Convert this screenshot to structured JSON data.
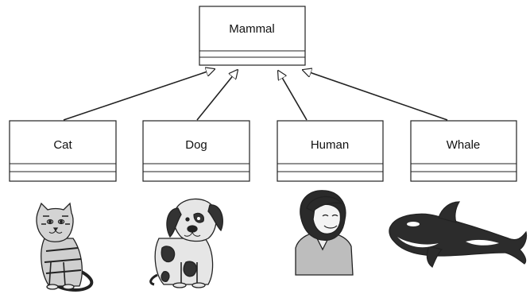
{
  "diagram": {
    "parent": {
      "name": "Mammal"
    },
    "children": [
      {
        "name": "Cat",
        "picture": "cat-icon"
      },
      {
        "name": "Dog",
        "picture": "dog-icon"
      },
      {
        "name": "Human",
        "picture": "human-icon"
      },
      {
        "name": "Whale",
        "picture": "whale-icon"
      }
    ],
    "relation": "inheritance"
  },
  "colors": {
    "stroke": "#222222",
    "fill": "#ffffff",
    "text": "#111111"
  }
}
